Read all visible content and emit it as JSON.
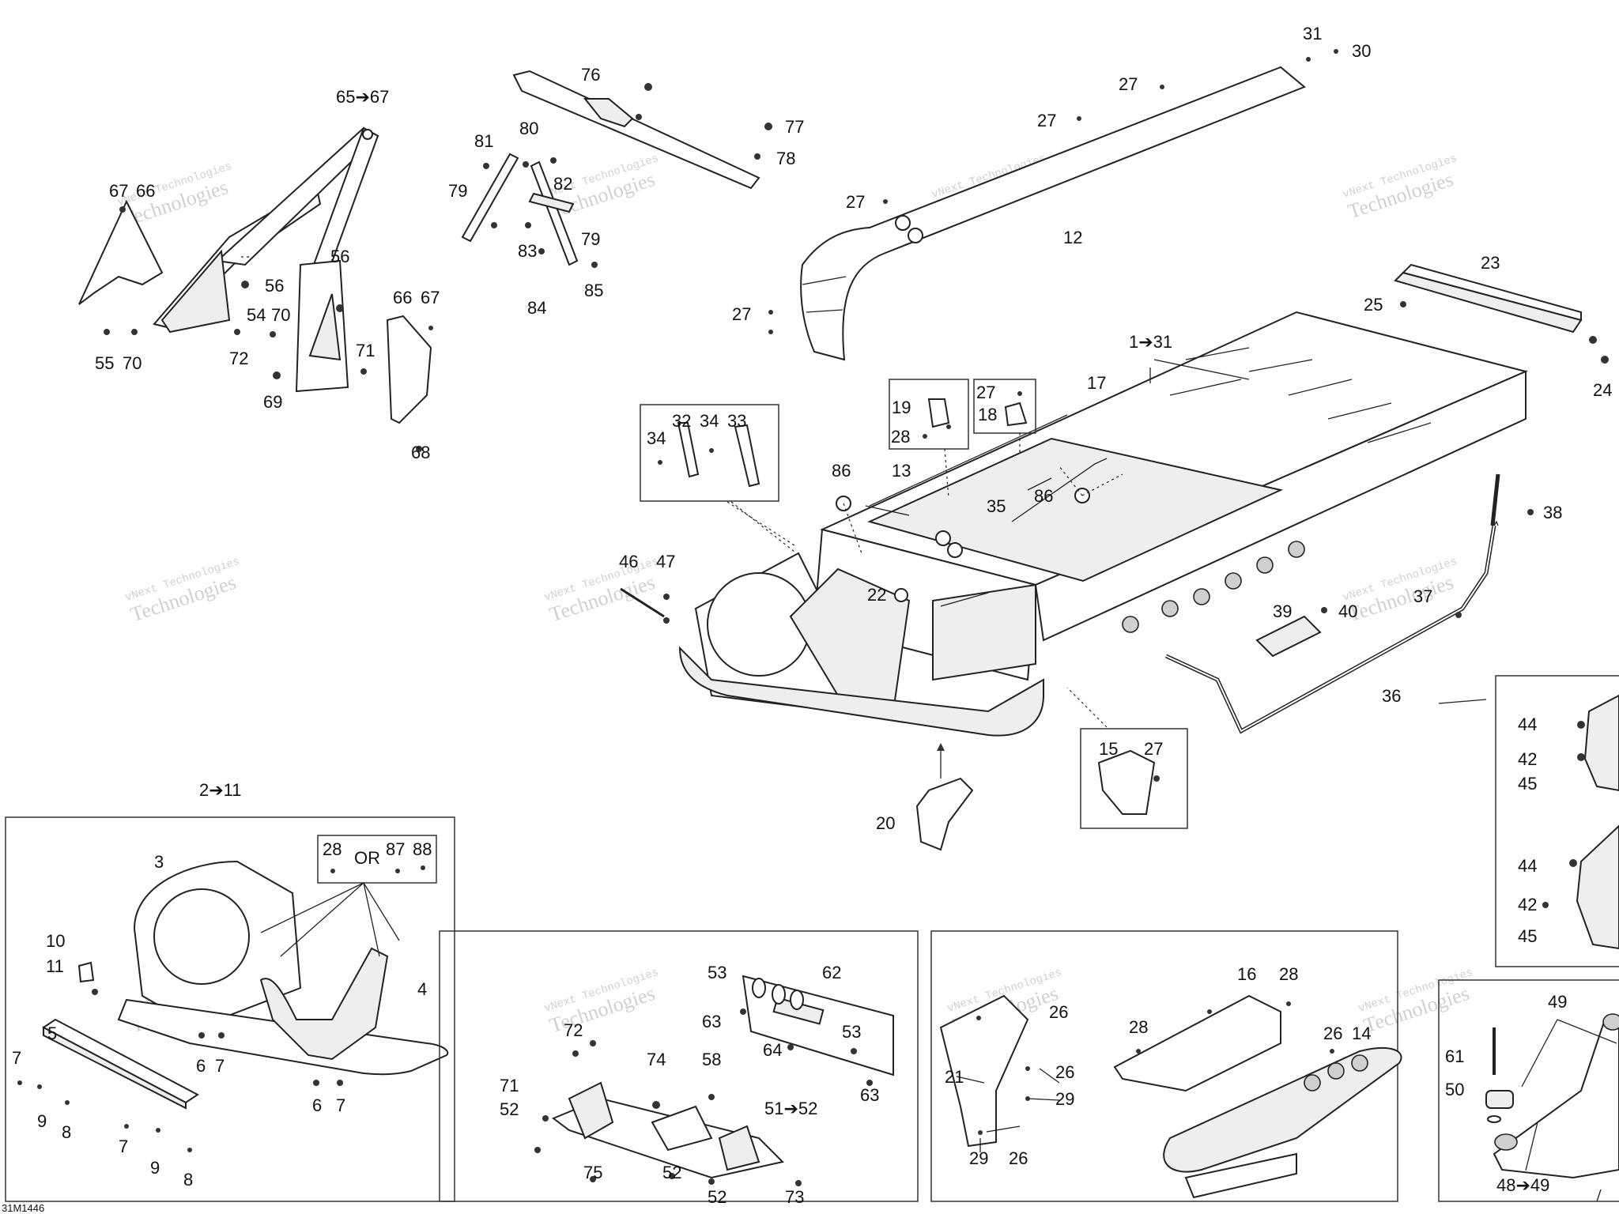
{
  "watermark": {
    "line1": "vNext Technologies",
    "line2": "Technologies"
  },
  "footer_code": "31M1446",
  "or_text": "OR",
  "callouts": {
    "c65_67": "65➔67",
    "c76": "76",
    "c31": "31",
    "c30": "30",
    "c27": "27",
    "c81": "81",
    "c80": "80",
    "c77": "77",
    "c78": "78",
    "c67": "67",
    "c66": "66",
    "c79": "79",
    "c82": "82",
    "c12": "12",
    "c83": "83",
    "c56": "56",
    "c54": "54",
    "c70": "70",
    "c84": "84",
    "c85": "85",
    "c23": "23",
    "c25": "25",
    "c55": "55",
    "c72": "72",
    "c71": "71",
    "c69": "69",
    "c68": "68",
    "c1_31": "1➔31",
    "c24": "24",
    "c17": "17",
    "c19": "19",
    "c18": "18",
    "c28": "28",
    "c32": "32",
    "c34": "34",
    "c33": "33",
    "c86": "86",
    "c13": "13",
    "c35": "35",
    "c38": "38",
    "c46": "46",
    "c47": "47",
    "c22": "22",
    "c37": "37",
    "c39": "39",
    "c40": "40",
    "c36": "36",
    "c15": "15",
    "c44": "44",
    "c42": "42",
    "c45": "45",
    "c20": "20",
    "c2_11": "2➔11",
    "c87": "87",
    "c88": "88",
    "c3": "3",
    "c10": "10",
    "c11": "11",
    "c4": "4",
    "c5": "5",
    "c6": "6",
    "c7": "7",
    "c9": "9",
    "c8": "8",
    "c53": "53",
    "c62": "62",
    "c63": "63",
    "c64": "64",
    "c74": "74",
    "c58": "58",
    "c52": "52",
    "c51_52": "51➔52",
    "c75": "75",
    "c73": "73",
    "c16": "16",
    "c26": "26",
    "c14": "14",
    "c21": "21",
    "c29": "29",
    "c49": "49",
    "c61": "61",
    "c50": "50",
    "c48_49": "48➔49"
  }
}
